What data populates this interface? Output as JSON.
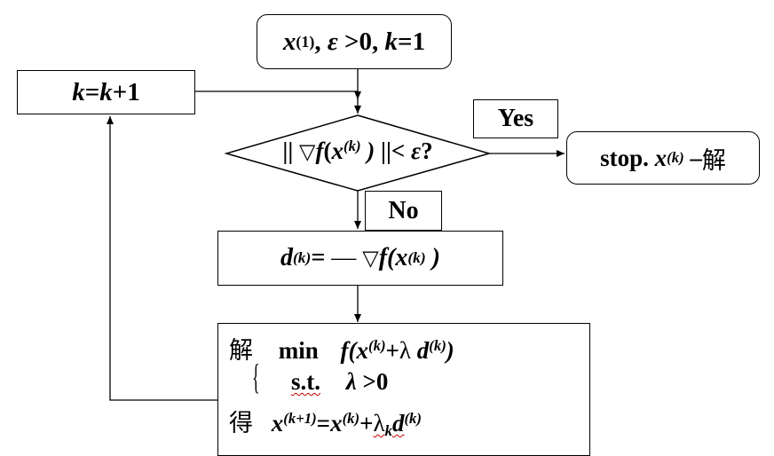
{
  "start": {
    "x": "x",
    "x_sup": "(1)",
    "rest1": ", ",
    "eps": "ε",
    "rest2": " >0, ",
    "k": "k",
    "rest3": "=1"
  },
  "increment": {
    "k1": "k",
    "eq": "=",
    "k2": "k",
    "plus": "+1"
  },
  "decision": {
    "norm_left": "||",
    "nabla": "▽",
    "f": "f",
    "paren": "(",
    "x": "x",
    "x_sup": "(k)",
    "close": " )",
    "norm_right": " ||<",
    "eps": " ε",
    "q": "?"
  },
  "yes_label": "Yes",
  "no_label": "No",
  "stop": {
    "stop": "stop. ",
    "x": "x",
    "x_sup": "(k)",
    "dash": " –",
    "solution": "解"
  },
  "direction": {
    "d": "d",
    "d_sup": "(k)",
    "eq": "= ",
    "minus": "— ",
    "nabla": "▽",
    "f": "f",
    "paren": "(",
    "x": "x",
    "x_sup": "(k)",
    "close": " )"
  },
  "linesearch": {
    "solve": "解",
    "min": "min",
    "obj_f": "f",
    "obj_paren": "(",
    "obj_x": "x",
    "obj_x_sup": "(k)",
    "obj_plus": "+",
    "obj_lambda": "λ",
    "obj_d": " d",
    "obj_d_sup": "(k)",
    "obj_close": ")",
    "brace": "{",
    "st": "s.t.",
    "cons_lambda": "λ",
    "cons_rest": " >0",
    "get": "得",
    "upd_x": "x",
    "upd_x_sup": "(k+1)",
    "upd_eq": "=",
    "upd_x2": "x",
    "upd_x2_sup": "(k)",
    "upd_plus": "+",
    "upd_lambda": "λ",
    "upd_sub": "k",
    "upd_d": "d",
    "upd_d_sup": "(k)"
  },
  "colors": {
    "line": "#000000",
    "squiggle": "#c00000"
  },
  "icons": {
    "arrowhead": "arrowhead-icon"
  }
}
